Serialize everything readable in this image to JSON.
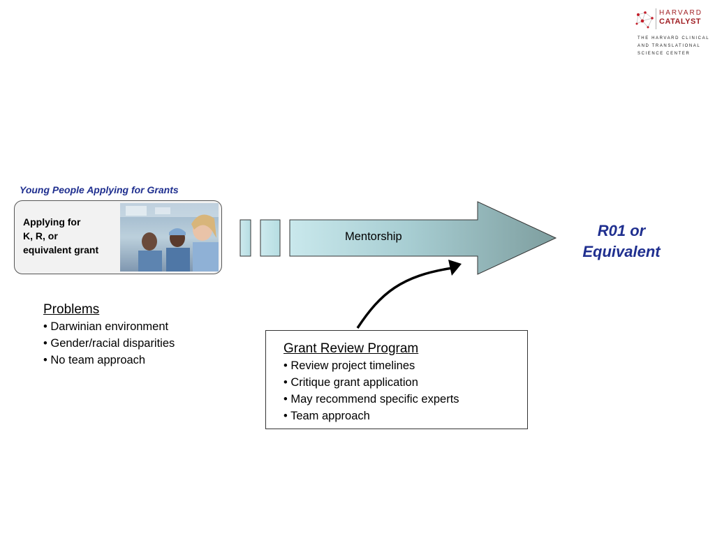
{
  "logo": {
    "line1": "HARVARD",
    "line2": "CATALYST",
    "sub1": "THE HARVARD CLINICAL",
    "sub2": "AND TRANSLATIONAL",
    "sub3": "SCIENCE CENTER",
    "brand_color": "#a01e23"
  },
  "left_panel": {
    "title": "Young People Applying for Grants",
    "card_line1": "Applying for",
    "card_line2": "K, R, or",
    "card_line3": "equivalent grant"
  },
  "problems": {
    "heading": "Problems",
    "items": [
      "• Darwinian environment",
      "• Gender/racial disparities",
      "• No team approach"
    ]
  },
  "arrow": {
    "label": "Mentorship"
  },
  "outcome": {
    "line1": "R01 or",
    "line2": "Equivalent",
    "color": "#1f2f8f"
  },
  "grant_review": {
    "heading": "Grant Review Program",
    "items": [
      "• Review project timelines",
      "• Critique grant application",
      "• May recommend specific experts",
      "• Team approach"
    ]
  }
}
